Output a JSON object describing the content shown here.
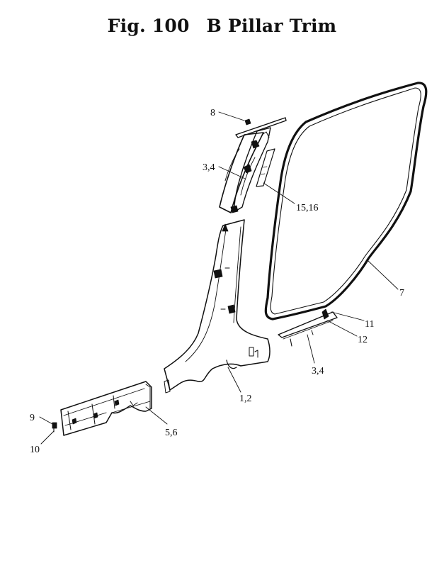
{
  "figure": {
    "number": "Fig. 100",
    "title": "B Pillar Trim"
  },
  "callouts": [
    {
      "id": "c8",
      "text": "8"
    },
    {
      "id": "c34a",
      "text": "3,4"
    },
    {
      "id": "c1516",
      "text": "15,16"
    },
    {
      "id": "c7",
      "text": "7"
    },
    {
      "id": "c11",
      "text": "11"
    },
    {
      "id": "c12",
      "text": "12"
    },
    {
      "id": "c34b",
      "text": "3,4"
    },
    {
      "id": "c12b",
      "text": "1,2"
    },
    {
      "id": "c56",
      "text": "5,6"
    },
    {
      "id": "c9",
      "text": "9"
    },
    {
      "id": "c10",
      "text": "10"
    }
  ],
  "colors": {
    "ink": "#111111",
    "paper": "#ffffff"
  }
}
